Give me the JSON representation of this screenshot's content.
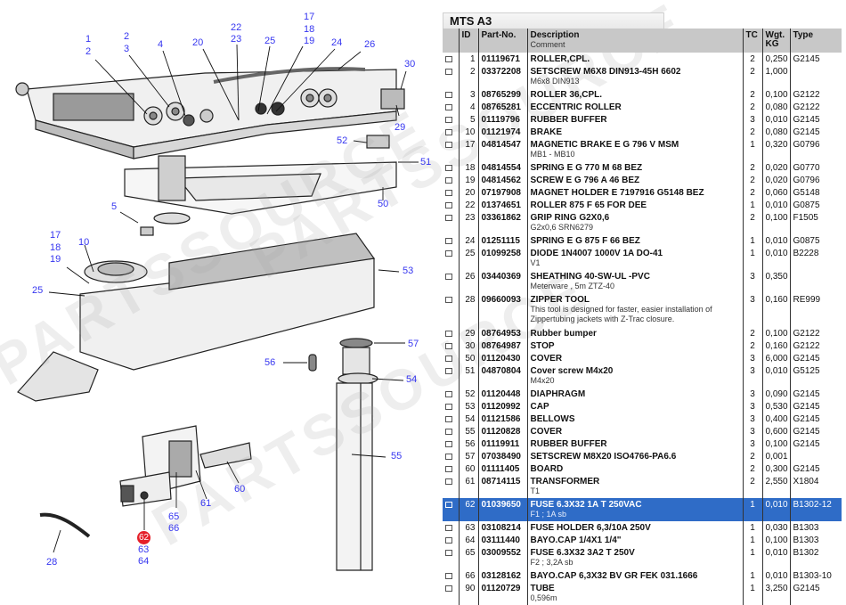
{
  "panel_title": "MTS A3",
  "columns": {
    "id": "ID",
    "part_no": "Part-No.",
    "description": "Description",
    "comment": "Comment",
    "tc": "TC",
    "wgt": "Wgt.",
    "wgt_unit": "KG",
    "type": "Type"
  },
  "rows": [
    {
      "id": "1",
      "part_no": "01119671",
      "description": "ROLLER,CPL.",
      "comment": "",
      "tc": "2",
      "wgt": "0,250",
      "type": "G2145"
    },
    {
      "id": "2",
      "part_no": "03372208",
      "description": "SETSCREW M6X8 DIN913-45H 6602",
      "comment": "M6x8 DIN913",
      "tc": "2",
      "wgt": "1,000",
      "type": ""
    },
    {
      "id": "3",
      "part_no": "08765299",
      "description": "ROLLER 36,CPL.",
      "comment": "",
      "tc": "2",
      "wgt": "0,100",
      "type": "G2122"
    },
    {
      "id": "4",
      "part_no": "08765281",
      "description": "ECCENTRIC ROLLER",
      "comment": "",
      "tc": "2",
      "wgt": "0,080",
      "type": "G2122"
    },
    {
      "id": "5",
      "part_no": "01119796",
      "description": "RUBBER BUFFER",
      "comment": "",
      "tc": "3",
      "wgt": "0,010",
      "type": "G2145"
    },
    {
      "id": "10",
      "part_no": "01121974",
      "description": "BRAKE",
      "comment": "",
      "tc": "2",
      "wgt": "0,080",
      "type": "G2145"
    },
    {
      "id": "17",
      "part_no": "04814547",
      "description": "MAGNETIC BRAKE E G 796 V MSM",
      "comment": "MB1 - MB10",
      "tc": "1",
      "wgt": "0,320",
      "type": "G0796"
    },
    {
      "id": "18",
      "part_no": "04814554",
      "description": "SPRING E G 770 M 68 BEZ",
      "comment": "",
      "tc": "2",
      "wgt": "0,020",
      "type": "G0770"
    },
    {
      "id": "19",
      "part_no": "04814562",
      "description": "SCREW E G 796 A 46 BEZ",
      "comment": "",
      "tc": "2",
      "wgt": "0,020",
      "type": "G0796"
    },
    {
      "id": "20",
      "part_no": "07197908",
      "description": "MAGNET HOLDER E 7197916 G5148 BEZ",
      "comment": "",
      "tc": "2",
      "wgt": "0,060",
      "type": "G5148"
    },
    {
      "id": "22",
      "part_no": "01374651",
      "description": "ROLLER 875 F 65 FOR DEE",
      "comment": "",
      "tc": "1",
      "wgt": "0,010",
      "type": "G0875"
    },
    {
      "id": "23",
      "part_no": "03361862",
      "description": "GRIP RING G2X0,6",
      "comment": "G2x0,6 SRN6279",
      "tc": "2",
      "wgt": "0,100",
      "type": "F1505"
    },
    {
      "id": "24",
      "part_no": "01251115",
      "description": "SPRING E G 875 F 66 BEZ",
      "comment": "",
      "tc": "1",
      "wgt": "0,010",
      "type": "G0875"
    },
    {
      "id": "25",
      "part_no": "01099258",
      "description": "DIODE 1N4007 1000V 1A DO-41",
      "comment": "V1",
      "tc": "1",
      "wgt": "0,010",
      "type": "B2228"
    },
    {
      "id": "26",
      "part_no": "03440369",
      "description": "SHEATHING 40-SW-UL -PVC",
      "comment": "Meterware , 5m ZTZ-40",
      "tc": "3",
      "wgt": "0,350",
      "type": ""
    },
    {
      "id": "28",
      "part_no": "09660093",
      "description": "ZIPPER TOOL",
      "comment": " This tool is designed for faster, easier installation of Zippertubing jackets with Z-Trac closure.",
      "tc": "3",
      "wgt": "0,160",
      "type": "RE999"
    },
    {
      "id": "29",
      "part_no": "08764953",
      "description": "Rubber bumper",
      "comment": "",
      "tc": "2",
      "wgt": "0,100",
      "type": "G2122"
    },
    {
      "id": "30",
      "part_no": "08764987",
      "description": "STOP",
      "comment": "",
      "tc": "2",
      "wgt": "0,160",
      "type": "G2122"
    },
    {
      "id": "50",
      "part_no": "01120430",
      "description": "COVER",
      "comment": "",
      "tc": "3",
      "wgt": "6,000",
      "type": "G2145"
    },
    {
      "id": "51",
      "part_no": "04870804",
      "description": "Cover screw M4x20",
      "comment": "M4x20",
      "tc": "3",
      "wgt": "0,010",
      "type": "G5125"
    },
    {
      "id": "52",
      "part_no": "01120448",
      "description": "DIAPHRAGM",
      "comment": "",
      "tc": "3",
      "wgt": "0,090",
      "type": "G2145"
    },
    {
      "id": "53",
      "part_no": "01120992",
      "description": "CAP",
      "comment": "",
      "tc": "3",
      "wgt": "0,530",
      "type": "G2145"
    },
    {
      "id": "54",
      "part_no": "01121586",
      "description": "BELLOWS",
      "comment": "",
      "tc": "3",
      "wgt": "0,400",
      "type": "G2145"
    },
    {
      "id": "55",
      "part_no": "01120828",
      "description": "COVER",
      "comment": "",
      "tc": "3",
      "wgt": "0,600",
      "type": "G2145"
    },
    {
      "id": "56",
      "part_no": "01119911",
      "description": "RUBBER BUFFER",
      "comment": "",
      "tc": "3",
      "wgt": "0,100",
      "type": "G2145"
    },
    {
      "id": "57",
      "part_no": "07038490",
      "description": "SETSCREW M8X20 ISO4766-PA6.6",
      "comment": "",
      "tc": "2",
      "wgt": "0,001",
      "type": ""
    },
    {
      "id": "60",
      "part_no": "01111405",
      "description": "BOARD",
      "comment": "",
      "tc": "2",
      "wgt": "0,300",
      "type": "G2145"
    },
    {
      "id": "61",
      "part_no": "08714115",
      "description": "TRANSFORMER",
      "comment": "T1",
      "tc": "2",
      "wgt": "2,550",
      "type": "X1804"
    },
    {
      "id": "62",
      "part_no": "01039650",
      "description": "FUSE 6.3X32 1A T 250VAC",
      "comment": "F1 ; 1A sb",
      "tc": "1",
      "wgt": "0,010",
      "type": "B1302-12",
      "selected": true
    },
    {
      "id": "63",
      "part_no": "03108214",
      "description": "FUSE HOLDER 6,3/10A 250V",
      "comment": "",
      "tc": "1",
      "wgt": "0,030",
      "type": "B1303"
    },
    {
      "id": "64",
      "part_no": "03111440",
      "description": "BAYO.CAP 1/4X1 1/4\"",
      "comment": "",
      "tc": "1",
      "wgt": "0,100",
      "type": "B1303"
    },
    {
      "id": "65",
      "part_no": "03009552",
      "description": "FUSE 6.3X32 3A2 T 250V",
      "comment": "F2 ; 3,2A sb",
      "tc": "1",
      "wgt": "0,010",
      "type": "B1302"
    },
    {
      "id": "66",
      "part_no": "03128162",
      "description": "BAYO.CAP 6,3X32 BV GR FEK 031.1666",
      "comment": "",
      "tc": "1",
      "wgt": "0,010",
      "type": "B1303-10"
    },
    {
      "id": "90",
      "part_no": "01120729",
      "description": "TUBE",
      "comment": "0,596m",
      "tc": "1",
      "wgt": "3,250",
      "type": "G2145"
    }
  ],
  "diagram": {
    "watermark": "PARTSSOURCE",
    "callouts": [
      {
        "label": "1"
      },
      {
        "label": "2"
      },
      {
        "label": "2"
      },
      {
        "label": "3"
      },
      {
        "label": "4"
      },
      {
        "label": "20"
      },
      {
        "label": "22"
      },
      {
        "label": "23"
      },
      {
        "label": "25"
      },
      {
        "label": "17"
      },
      {
        "label": "18"
      },
      {
        "label": "19"
      },
      {
        "label": "24"
      },
      {
        "label": "26"
      },
      {
        "label": "30"
      },
      {
        "label": "29"
      },
      {
        "label": "52"
      },
      {
        "label": "51"
      },
      {
        "label": "50"
      },
      {
        "label": "5"
      },
      {
        "label": "17"
      },
      {
        "label": "18"
      },
      {
        "label": "19"
      },
      {
        "label": "10"
      },
      {
        "label": "25"
      },
      {
        "label": "53"
      },
      {
        "label": "57"
      },
      {
        "label": "56"
      },
      {
        "label": "54"
      },
      {
        "label": "55"
      },
      {
        "label": "60"
      },
      {
        "label": "61"
      },
      {
        "label": "65"
      },
      {
        "label": "66"
      },
      {
        "label": "62",
        "active": true
      },
      {
        "label": "63"
      },
      {
        "label": "64"
      },
      {
        "label": "28"
      }
    ]
  }
}
